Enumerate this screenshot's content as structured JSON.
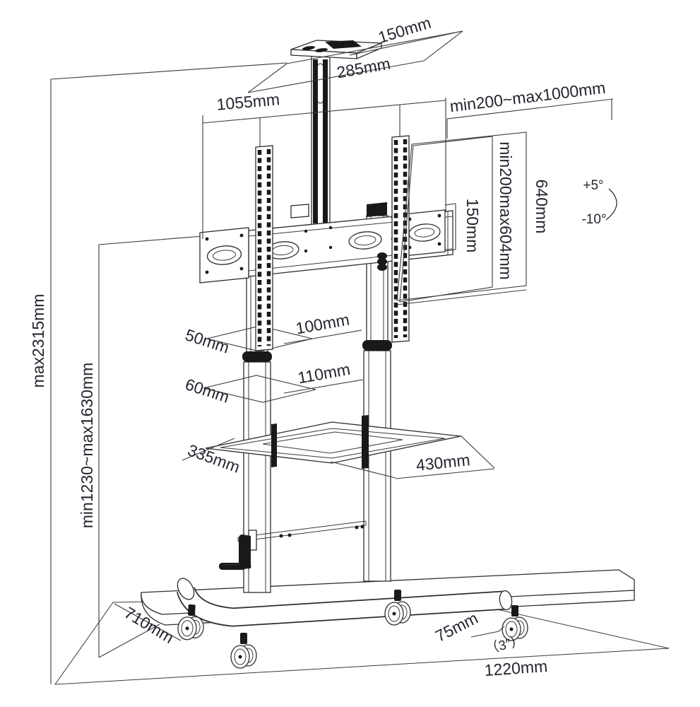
{
  "dimensions": {
    "top_shelf_depth": "150mm",
    "top_shelf_width": "285mm",
    "mount_bar_width": "1055mm",
    "tv_width_range": "min200~max1000mm",
    "vesa_height_range": "min200max604mm",
    "panel_height": "640mm",
    "side_bracket_height": "150mm",
    "max_total_height": "max2315mm",
    "screen_height_range": "min1230~max1630mm",
    "column_upper_depth": "50mm",
    "column_upper_width": "100mm",
    "column_lower_depth": "60mm",
    "column_lower_width": "110mm",
    "shelf_depth": "335mm",
    "shelf_width": "430mm",
    "base_depth": "710mm",
    "caster_diameter": "75mm",
    "caster_diameter_inch": "（3″）",
    "base_width": "1220mm"
  },
  "tilt": {
    "up": "+5°",
    "down": "-10°"
  },
  "colors": {
    "line": "#2e2e2e",
    "label": "#23262e",
    "dark_fill": "#191919",
    "background": "#ffffff"
  }
}
